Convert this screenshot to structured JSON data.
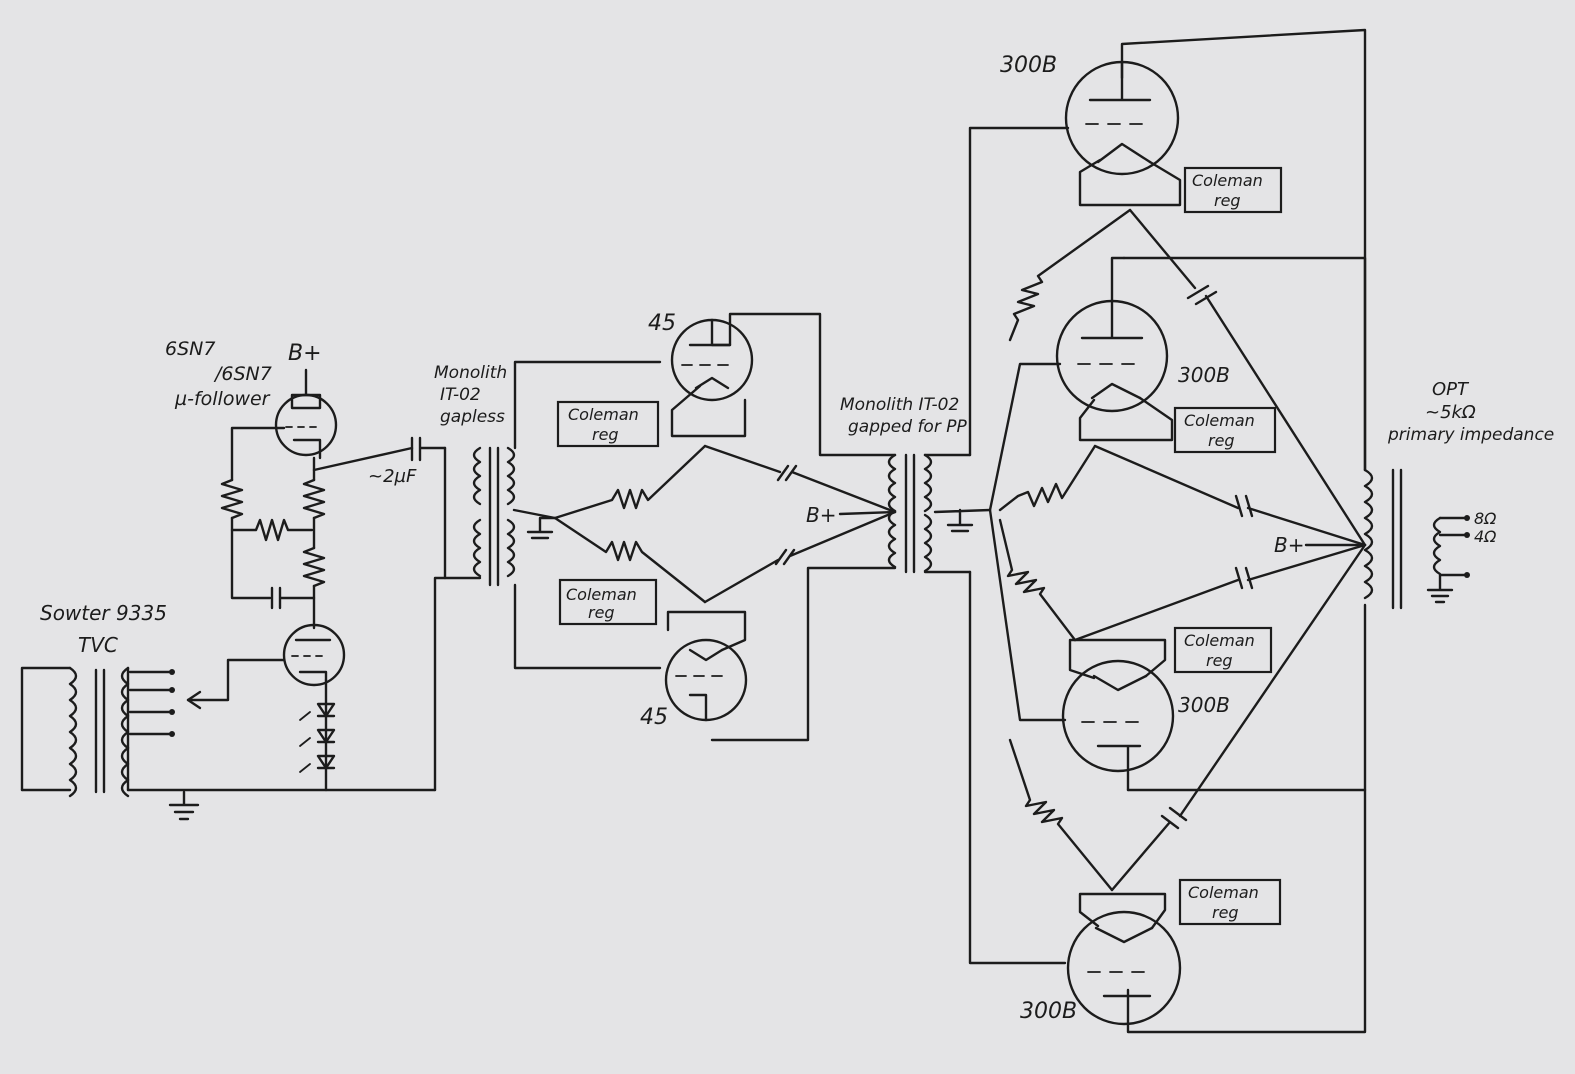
{
  "labels": {
    "tube_6sn7": "6SN7",
    "tube_6sn7_b": "/6SN7",
    "mu_follower": "µ-follower",
    "bplus": "B+",
    "cap_2uf": "~2µF",
    "sowter": "Sowter 9335",
    "tvc": "TVC",
    "monolith1_a": "Monolith",
    "monolith1_b": "IT-02",
    "monolith1_c": "gapless",
    "tube_45": "45",
    "coleman": "Coleman",
    "reg": "reg",
    "monolith2_a": "Monolith IT-02",
    "monolith2_b": "gapped for PP",
    "tube_300b": "300B",
    "opt": "OPT",
    "opt_imp": "~5kΩ",
    "opt_primary": "primary impedance",
    "tap_8": "8Ω",
    "tap_4": "4Ω"
  },
  "colors": {
    "ink": "#1c1c1c",
    "paper": "#e4e4e6"
  }
}
